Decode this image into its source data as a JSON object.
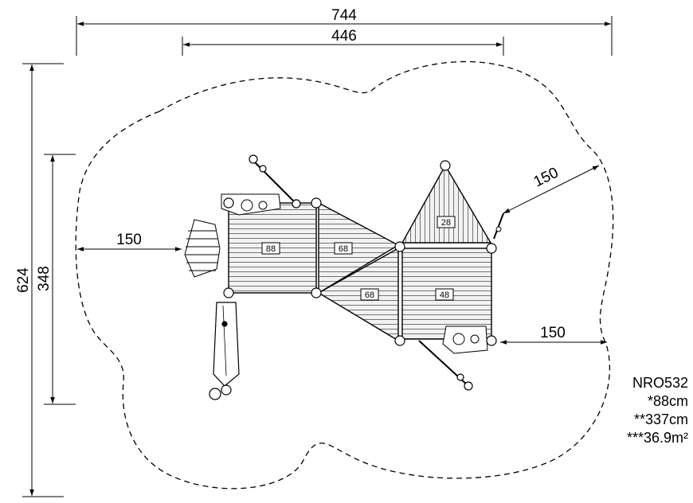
{
  "dimensions": {
    "overall_width": "744",
    "structure_width": "446",
    "overall_depth": "624",
    "structure_depth": "348",
    "clearance_left": "150",
    "clearance_top_right": "150",
    "clearance_right": "150"
  },
  "deck_heights": {
    "deck_a": "88",
    "deck_b": "68",
    "deck_c": "68",
    "deck_d": "48",
    "roof_deck": "28"
  },
  "product_info": {
    "model": "NRO532",
    "free_height": "*88cm",
    "total_height": "**337cm",
    "safety_area": "***36.9m²"
  },
  "colors": {
    "line": "#000000",
    "background": "#ffffff",
    "deck_fill": "#e6e6e6"
  }
}
